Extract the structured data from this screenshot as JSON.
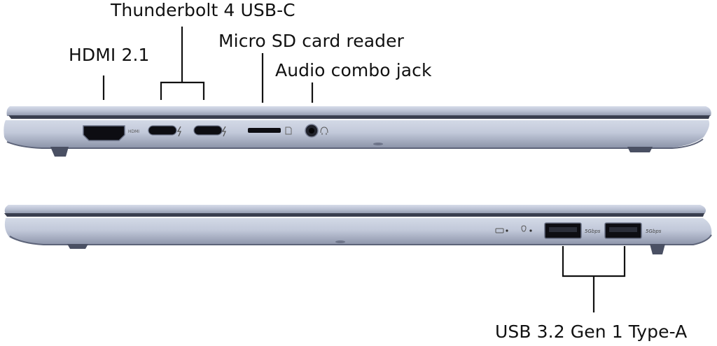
{
  "labels": {
    "thunderbolt": "Thunderbolt 4 USB-C",
    "microsd": "Micro SD card reader",
    "hdmi": "HDMI 2.1",
    "audio": "Audio combo jack",
    "usb_a": "USB 3.2 Gen 1 Type-A"
  },
  "engravings": {
    "hdmi_logo": "HDMI",
    "usb_speed_1": "5Gbps",
    "usb_speed_2": "5Gbps"
  },
  "colors": {
    "chassis_light": "#c9d0df",
    "chassis_mid": "#a4acc0",
    "chassis_dark": "#5a6176",
    "port_black": "#0d0d12",
    "leader_line": "#111111"
  },
  "icons": {
    "thunderbolt_1": "lightning-icon",
    "thunderbolt_2": "lightning-icon",
    "sd_card": "sd-card-icon",
    "headset": "headset-icon",
    "battery_led": "battery-charging-icon",
    "power_led": "power-led-icon"
  }
}
